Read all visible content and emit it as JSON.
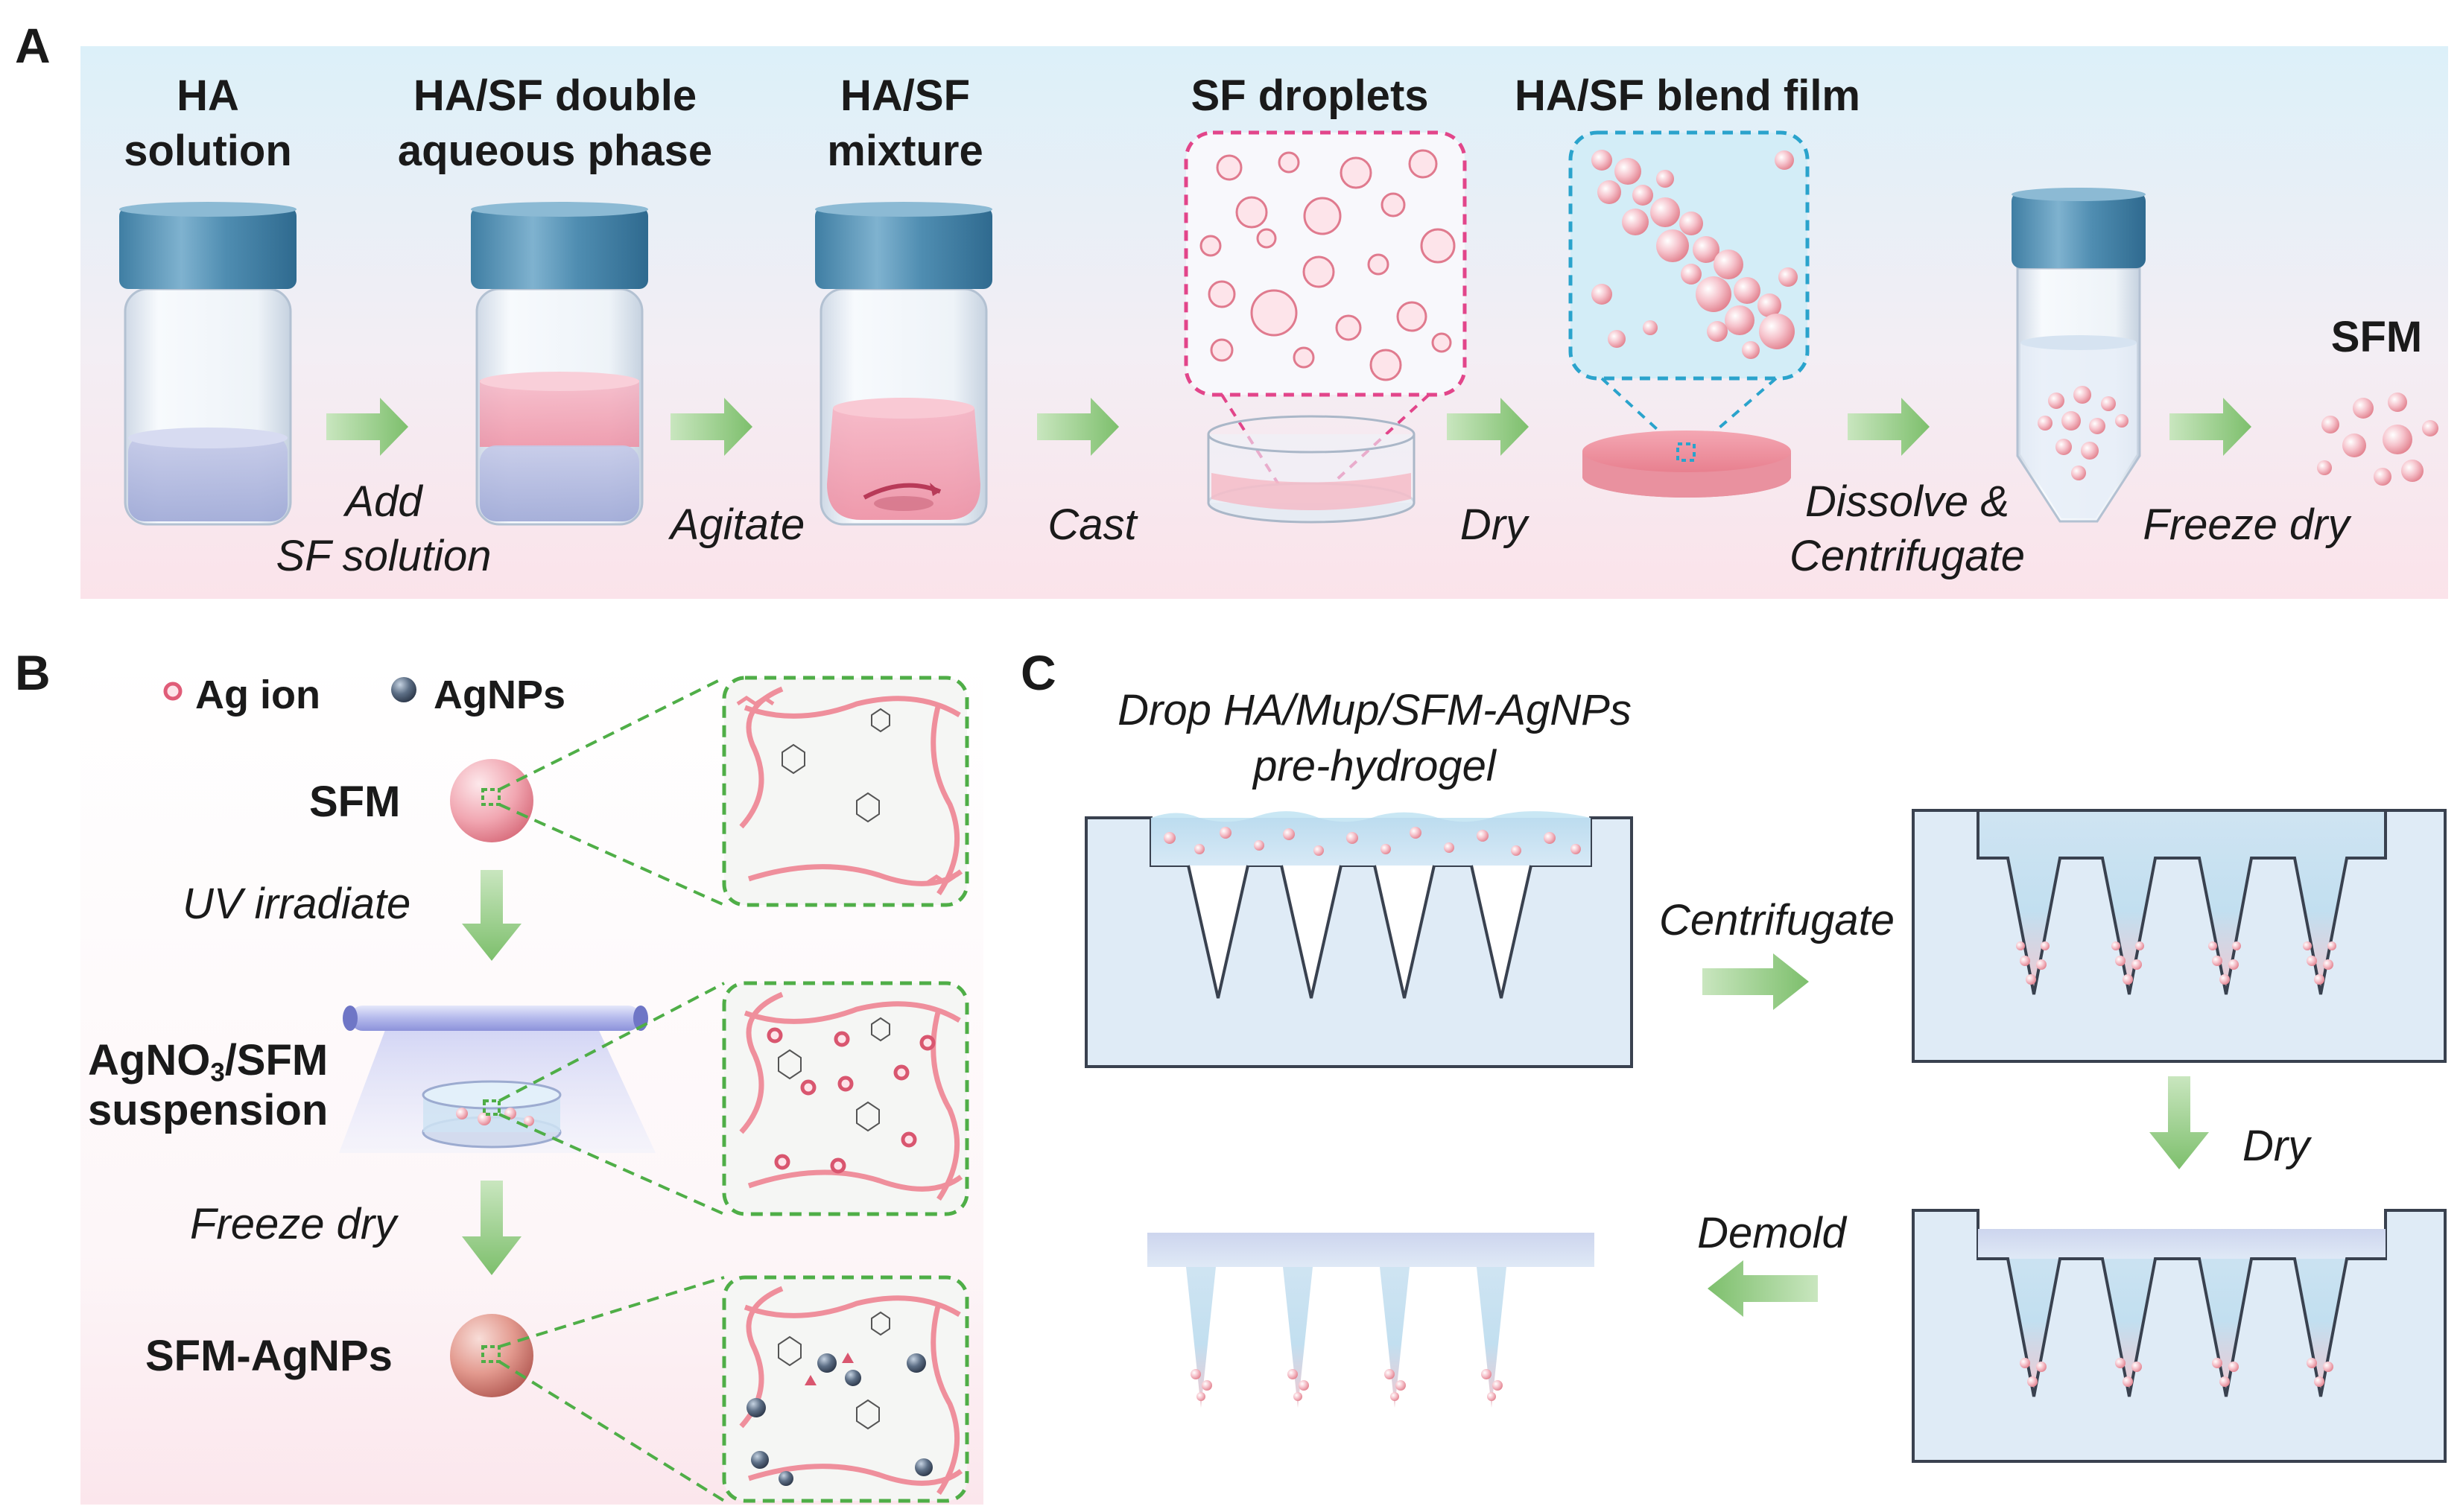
{
  "panels": {
    "a": "A",
    "b": "B",
    "c": "C"
  },
  "panel_a": {
    "titles": {
      "ha_solution_1": "HA",
      "ha_solution_2": "solution",
      "double_phase_1": "HA/SF double",
      "double_phase_2": "aqueous phase",
      "mixture_1": "HA/SF",
      "mixture_2": "mixture",
      "sf_droplets": "SF droplets",
      "blend_film": "HA/SF blend film",
      "sfm": "SFM"
    },
    "steps": {
      "add_1": "Add",
      "add_2": "SF solution",
      "agitate": "Agitate",
      "cast": "Cast",
      "dry": "Dry",
      "dissolve_1": "Dissolve &",
      "dissolve_2": "Centrifugate",
      "freeze_dry": "Freeze dry"
    }
  },
  "panel_b": {
    "legend": {
      "ag_ion": "Ag ion",
      "agnps": "AgNPs"
    },
    "labels": {
      "sfm": "SFM",
      "uv_irradiate": "UV irradiate",
      "suspension_prefix": "AgNO",
      "suspension_sub": "3",
      "suspension_suffix": "/SFM",
      "suspension_2": "suspension",
      "freeze_dry": "Freeze dry",
      "sfm_agnps": "SFM-AgNPs"
    }
  },
  "panel_c": {
    "drop_1": "Drop HA/Mup/SFM-AgNPs",
    "drop_2": "pre-hydrogel",
    "centrifugate": "Centrifugate",
    "dry": "Dry",
    "demold": "Demold"
  },
  "colors": {
    "bg_top": "#dcf0f9",
    "bg_bottom": "#fbe3ea",
    "arrow": "#8cc77d",
    "pink": "#ef8f9c",
    "cap": "#4a8aae",
    "blue_outline": "#2aa3cc",
    "pink_outline": "#e2458a",
    "green_dash": "#4fae47",
    "mold": "#dce9f5"
  }
}
